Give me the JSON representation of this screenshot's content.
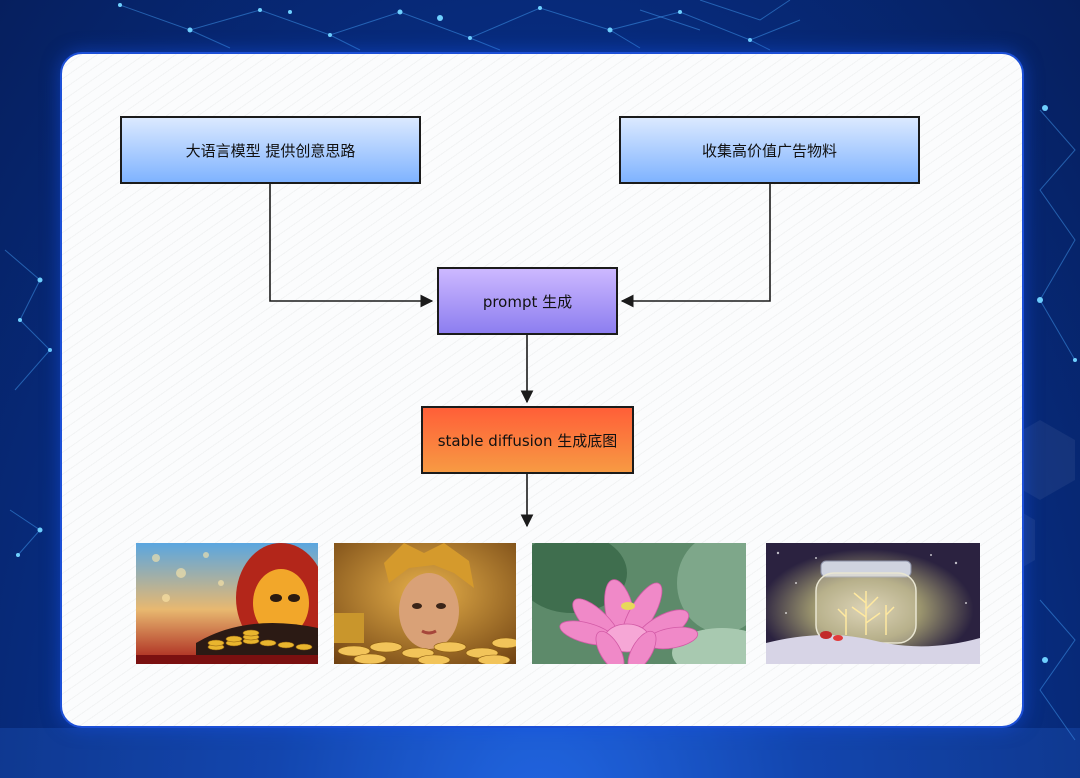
{
  "diagram": {
    "nodes": {
      "llm": {
        "label": "大语言模型 提供创意思路"
      },
      "materials": {
        "label": "收集高价值广告物料"
      },
      "prompt": {
        "label": "prompt 生成"
      },
      "sd": {
        "label": "stable diffusion 生成底图"
      }
    },
    "edges": [
      {
        "from": "llm",
        "to": "prompt"
      },
      {
        "from": "materials",
        "to": "prompt"
      },
      {
        "from": "prompt",
        "to": "sd"
      },
      {
        "from": "sd",
        "to": "output-images"
      }
    ]
  },
  "outputs": [
    {
      "name": "lion-with-gold-coins-image"
    },
    {
      "name": "woman-with-gold-coins-image"
    },
    {
      "name": "pink-lotus-image"
    },
    {
      "name": "glowing-jar-in-snow-image"
    }
  ],
  "colors": {
    "background": "#0b3a9e",
    "card": "#fbfcfd",
    "blue_box": "#8fbcff",
    "purple_box": "#a08cf6",
    "orange_box": "#f97a3c"
  }
}
